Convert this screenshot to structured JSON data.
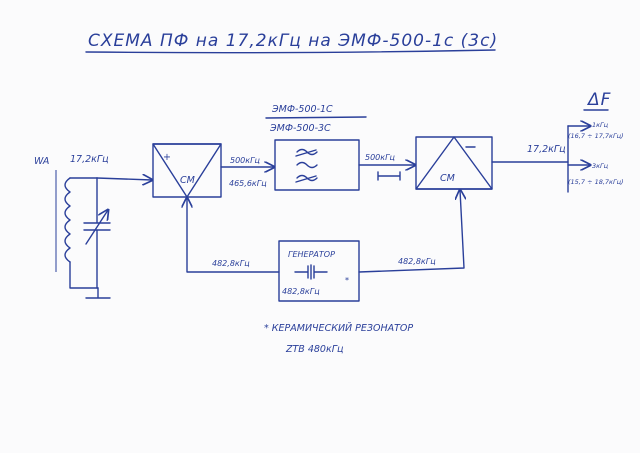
{
  "title": "СХЕМА ПФ на 17,2кГц   на ЭМФ-500-1с (3с)",
  "antenna": {
    "label": "WA",
    "freq": "17,2кГц"
  },
  "mixer1": {
    "plus": "+",
    "label": "СМ",
    "out_top": "500кГц",
    "out_bottom": "465,6кГц"
  },
  "filter": {
    "name1": "ЭМФ-500-1С",
    "name2": "ЭМФ-500-3С",
    "out": "500кГц"
  },
  "mixer2": {
    "minus": "–",
    "label": "СМ",
    "out": "17,2кГц"
  },
  "generator": {
    "name": "ГЕНЕРАТОР",
    "freq": "482,8кГц",
    "mark": "*",
    "left": "482,8кГц",
    "right": "482,8кГц"
  },
  "bandwidth": {
    "title": "ΔF",
    "upper": "1кГц",
    "upper_range": "(16,7 ÷ 17,7кГц)",
    "lower": "3кГц",
    "lower_range": "(15,7 ÷ 18,7кГц)"
  },
  "footnote": {
    "line1": "* КЕРАМИЧЕСКИЙ РЕЗОНАТОР",
    "line2": "ZTB 480кГц"
  }
}
